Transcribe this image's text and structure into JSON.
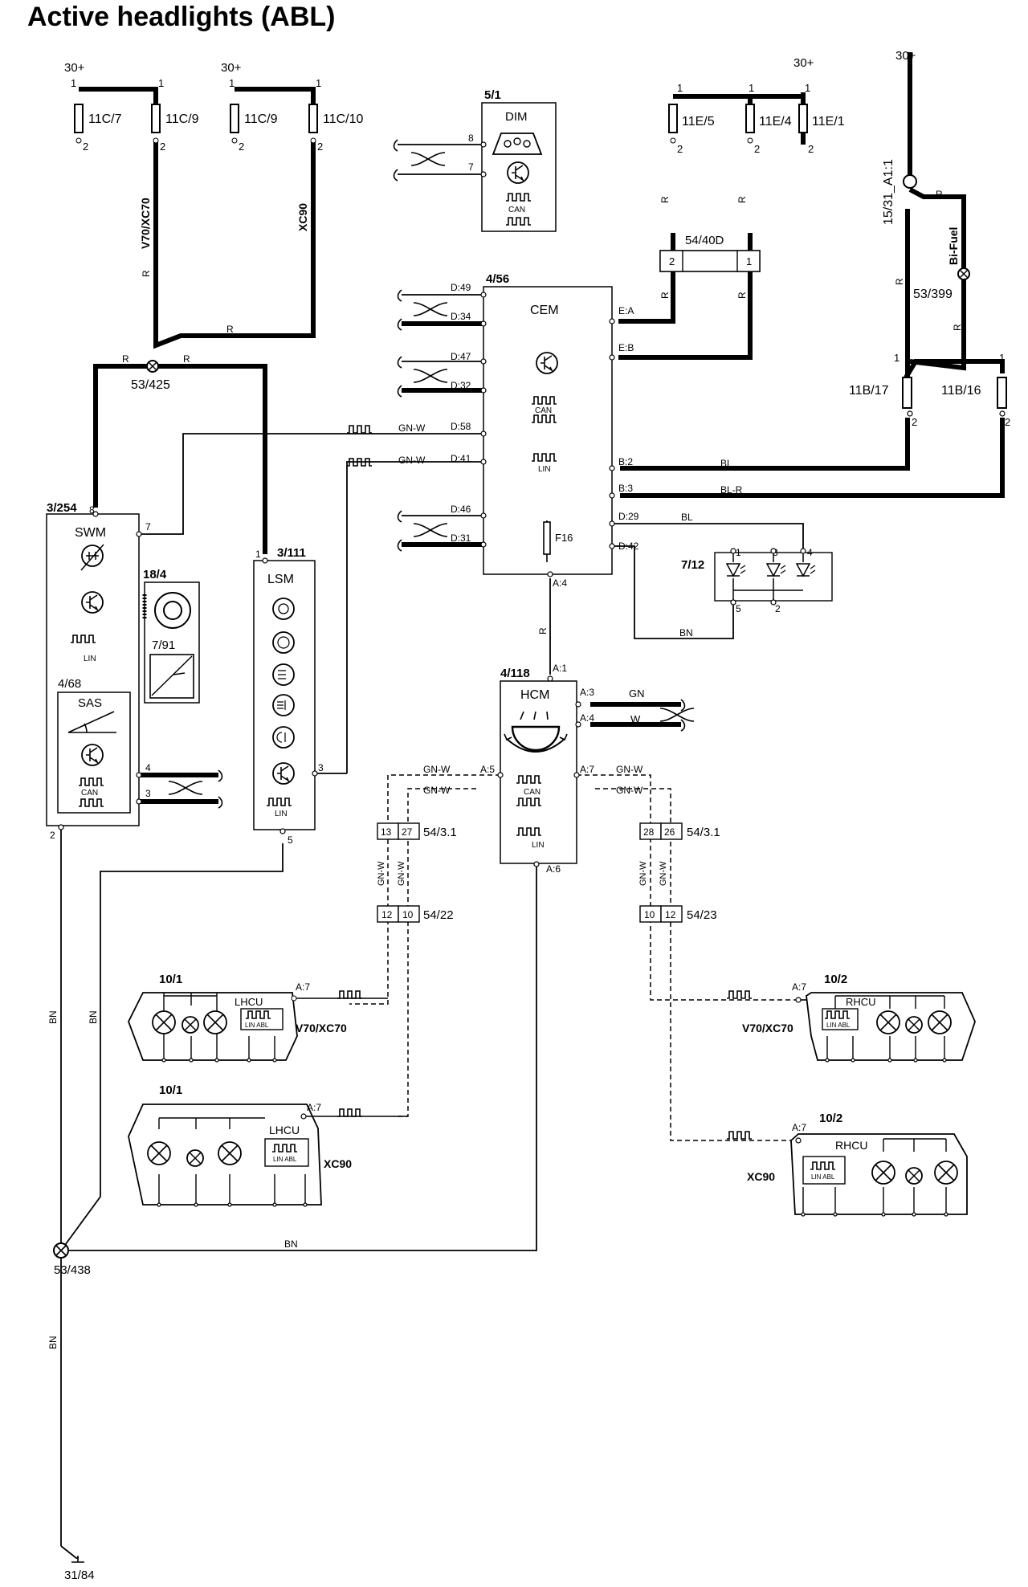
{
  "title": "Active headlights (ABL)",
  "supply": {
    "label": "30+"
  },
  "ground": {
    "label": "31/84"
  },
  "fuses": [
    {
      "id": "11C/7",
      "pin_in": "1",
      "pin_out": "2"
    },
    {
      "id": "11C/9",
      "pin_in": "1",
      "pin_out": "2"
    },
    {
      "id": "11C/9",
      "pin_in": "1",
      "pin_out": "2"
    },
    {
      "id": "11C/10",
      "pin_in": "1",
      "pin_out": "2"
    },
    {
      "id": "11E/5",
      "pin_in": "1",
      "pin_out": "2"
    },
    {
      "id": "11E/4",
      "pin_in": "1",
      "pin_out": "2"
    },
    {
      "id": "11E/1",
      "pin_in": "1",
      "pin_out": "2"
    },
    {
      "id": "11B/17",
      "pin_in": "1",
      "pin_out": "2"
    },
    {
      "id": "11B/16",
      "pin_in": "1",
      "pin_out": "2"
    }
  ],
  "splices": [
    "53/425",
    "53/438",
    "53/399",
    "15/31_A1:1"
  ],
  "relay": {
    "id": "54/40D",
    "pins": [
      "2",
      "1"
    ]
  },
  "variants": {
    "v70": "V70/XC70",
    "xc90": "XC90",
    "bifuel": "Bi-Fuel"
  },
  "wire_colors": {
    "red": "R",
    "gn_w": "GN-W",
    "bl": "BL",
    "bl_r": "BL-R",
    "bn": "BN",
    "gn": "GN",
    "w": "W"
  },
  "signal_labels": {
    "can": "CAN",
    "lin": "LIN",
    "lin_abl": "LIN ABL"
  },
  "dim": {
    "id": "5/1",
    "name": "DIM",
    "pins": [
      "8",
      "7"
    ]
  },
  "cem": {
    "id": "4/56",
    "name": "CEM",
    "fuse": "F16",
    "left_pins": [
      "D:49",
      "D:34",
      "D:47",
      "D:32",
      "D:58",
      "D:41",
      "D:46",
      "D:31"
    ],
    "right_pins": [
      "E:A",
      "E:B",
      "B:2",
      "B:3",
      "D:29",
      "D:42"
    ],
    "bottom_pin": "A:4"
  },
  "swm": {
    "id": "3/254",
    "name": "SWM",
    "pins": [
      "8",
      "7",
      "4",
      "3",
      "2"
    ]
  },
  "sas": {
    "id": "4/68",
    "name": "SAS"
  },
  "switch_18": {
    "id": "18/4"
  },
  "switch_7": {
    "id": "7/91"
  },
  "lsm": {
    "id": "3/111",
    "name": "LSM",
    "pins": [
      "1",
      "3",
      "5"
    ]
  },
  "led_unit": {
    "id": "7/12",
    "pins": [
      "1",
      "3",
      "4",
      "5",
      "2"
    ]
  },
  "hcm": {
    "id": "4/118",
    "name": "HCM",
    "pins": [
      "A:1",
      "A:3",
      "A:4",
      "A:5",
      "A:7",
      "A:6"
    ]
  },
  "connectors": [
    {
      "id": "54/3.1",
      "pins": [
        "13",
        "27"
      ]
    },
    {
      "id": "54/22",
      "pins": [
        "12",
        "10"
      ]
    },
    {
      "id": "54/3.1",
      "pins": [
        "28",
        "26"
      ]
    },
    {
      "id": "54/23",
      "pins": [
        "10",
        "12"
      ]
    }
  ],
  "lamp_units": [
    {
      "id": "10/1",
      "ctrl": "LHCU",
      "variant": "V70/XC70",
      "pin": "A:7"
    },
    {
      "id": "10/1",
      "ctrl": "LHCU",
      "variant": "XC90",
      "pin": "A:7"
    },
    {
      "id": "10/2",
      "ctrl": "RHCU",
      "variant": "V70/XC70",
      "pin": "A:7"
    },
    {
      "id": "10/2",
      "ctrl": "RHCU",
      "variant": "XC90",
      "pin": "A:7"
    }
  ]
}
